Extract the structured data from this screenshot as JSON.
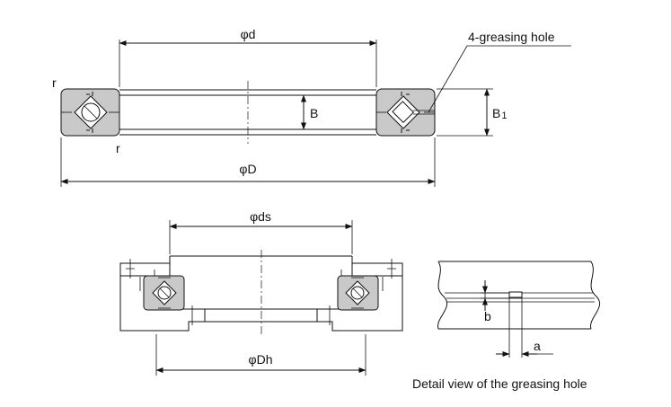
{
  "labels": {
    "inner_dia": "φd",
    "greasing_hole": "4-greasing hole",
    "r_top": "r",
    "r_bottom": "r",
    "width_b": "B",
    "width_b1_main": "B",
    "width_b1_sub": "1",
    "outer_dia": "φD",
    "shaft_dia": "φds",
    "housing_dia": "φDh",
    "dim_a": "a",
    "dim_b": "b",
    "detail_caption": "Detail view of the greasing hole"
  }
}
